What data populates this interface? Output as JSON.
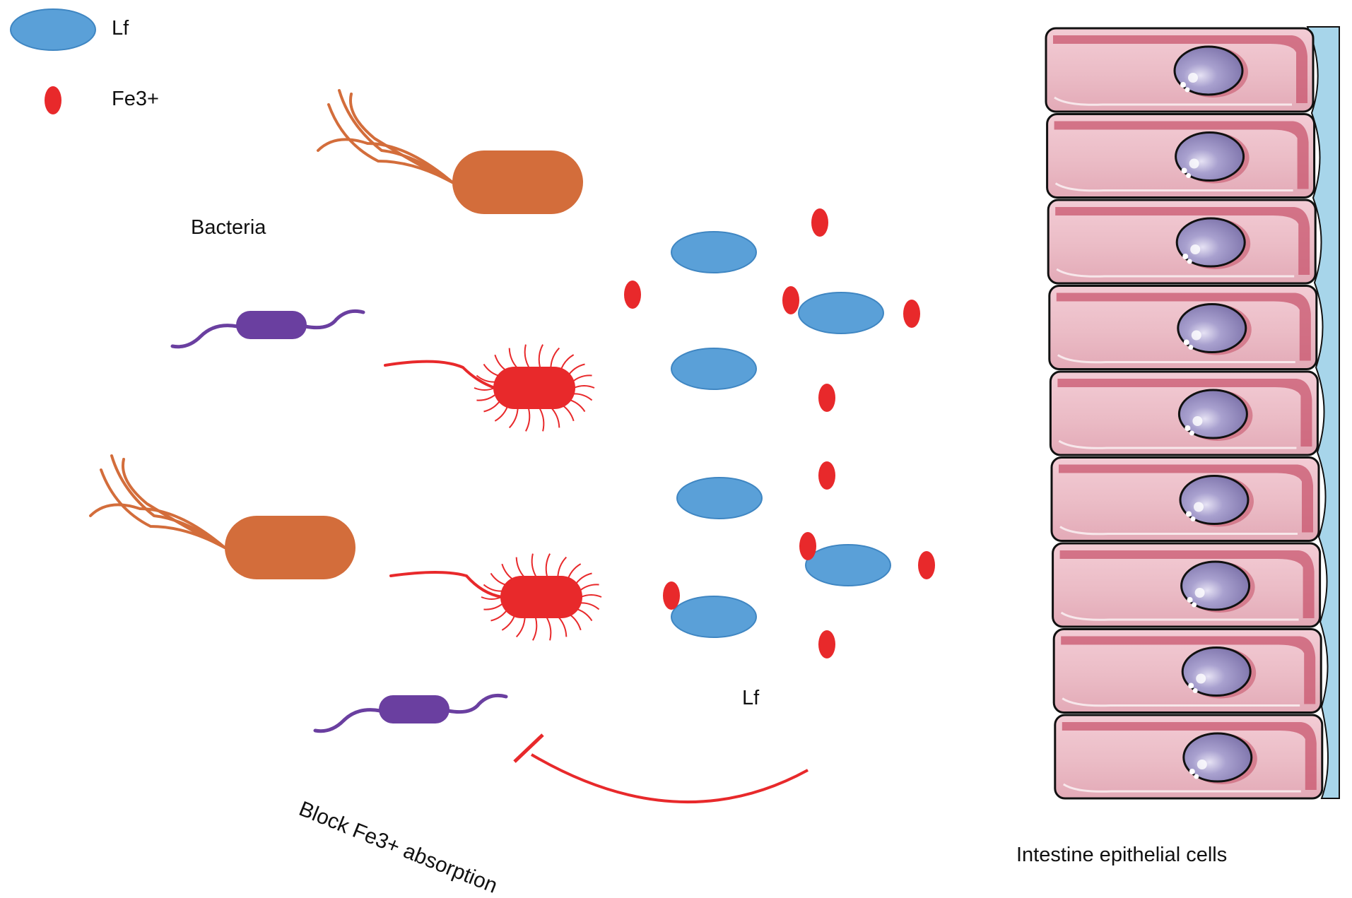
{
  "legend": {
    "lf_label": "Lf",
    "fe_label": "Fe3+"
  },
  "labels": {
    "bacteria": "Bacteria",
    "lf": "Lf",
    "block": "Block Fe3+ absorption",
    "epithelium": "Intestine epithelial cells"
  },
  "colors": {
    "lf_fill": "#5aa0d8",
    "lf_stroke": "#3f86c2",
    "fe_fill": "#e8292b",
    "orange_bacterium": "#d36d3b",
    "purple_bacterium": "#6a3fa0",
    "red_bacterium": "#e8292b",
    "cell_fill": "#ebbcc6",
    "cell_dark": "#c8566d",
    "nucleus": "#8a80b4",
    "lumen_border": "#a7d5ea",
    "inhibit_line": "#e8292b"
  },
  "icons": {
    "lf": "lactoferrin-ellipse",
    "fe": "iron-ion-dot",
    "bacterium_flagellated": "flagellated-bacterium-icon",
    "bacterium_small": "small-bacterium-icon",
    "bacterium_fimbriae": "fimbriated-bacterium-icon",
    "inhibition": "inhibition-arc-icon"
  }
}
